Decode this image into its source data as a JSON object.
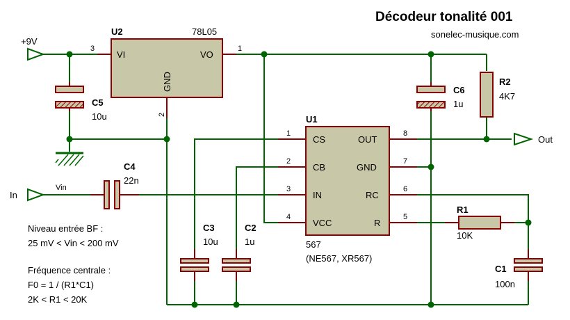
{
  "title": "Décodeur tonalité 001",
  "website": "sonelec-musique.com",
  "ports": {
    "supply": "+9V",
    "input": "In",
    "input_net": "Vin",
    "output": "Out"
  },
  "u2": {
    "ref": "U2",
    "part": "78L05",
    "pin_vi": "VI",
    "pin_vo": "VO",
    "pin_gnd": "GND",
    "num_vi": "3",
    "num_vo": "1",
    "num_gnd": "2"
  },
  "u1": {
    "ref": "U1",
    "part": "567",
    "alt": "(NE567, XR567)",
    "pins_left": [
      {
        "name": "CS",
        "num": "1"
      },
      {
        "name": "CB",
        "num": "2"
      },
      {
        "name": "IN",
        "num": "3"
      },
      {
        "name": "VCC",
        "num": "4"
      }
    ],
    "pins_right": [
      {
        "name": "OUT",
        "num": "8"
      },
      {
        "name": "GND",
        "num": "7"
      },
      {
        "name": "RC",
        "num": "6"
      },
      {
        "name": "R",
        "num": "5"
      }
    ]
  },
  "components": {
    "c5": {
      "ref": "C5",
      "value": "10u"
    },
    "c6": {
      "ref": "C6",
      "value": "1u"
    },
    "r2": {
      "ref": "R2",
      "value": "4K7"
    },
    "c4": {
      "ref": "C4",
      "value": "22n"
    },
    "c3": {
      "ref": "C3",
      "value": "10u"
    },
    "c2": {
      "ref": "C2",
      "value": "1u"
    },
    "r1": {
      "ref": "R1",
      "value": "10K"
    },
    "c1": {
      "ref": "C1",
      "value": "100n"
    }
  },
  "notes": {
    "level_title": "Niveau entrée BF :",
    "level_range": "25 mV < Vin < 200 mV",
    "freq_title": "Fréquence centrale :",
    "freq_formula": "F0 = 1 / (R1*C1)",
    "r1_range": "2K < R1 < 20K"
  }
}
